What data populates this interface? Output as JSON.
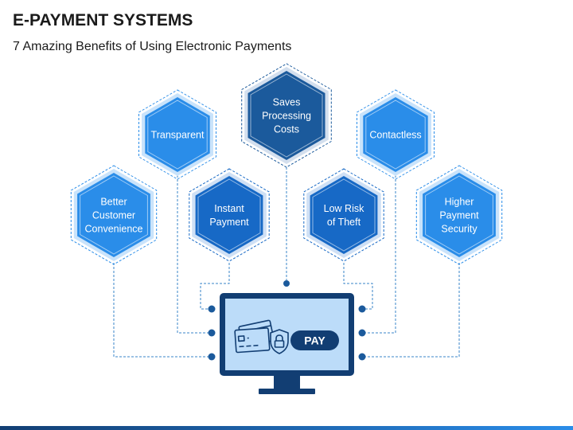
{
  "header": {
    "title": "E-PAYMENT SYSTEMS",
    "subtitle": "7 Amazing Benefits of Using Electronic Payments"
  },
  "benefits": [
    {
      "id": "better-customer-convenience",
      "lines": [
        "Better",
        "Customer",
        "Convenience"
      ],
      "fill": "#2a8de9",
      "ring": "#c9e3fb"
    },
    {
      "id": "transparent",
      "lines": [
        "Transparent"
      ],
      "fill": "#2a8de9",
      "ring": "#c9e3fb"
    },
    {
      "id": "instant-payment",
      "lines": [
        "Instant",
        "Payment"
      ],
      "fill": "#1769c6",
      "ring": "#cfe0f5"
    },
    {
      "id": "saves-processing-costs",
      "lines": [
        "Saves",
        "Processing",
        "Costs"
      ],
      "fill": "#1b5a9c",
      "ring": "#d3dfee"
    },
    {
      "id": "low-risk-of-theft",
      "lines": [
        "Low Risk",
        "of Theft"
      ],
      "fill": "#1769c6",
      "ring": "#cfe0f5"
    },
    {
      "id": "contactless",
      "lines": [
        "Contactless"
      ],
      "fill": "#2a8de9",
      "ring": "#c9e3fb"
    },
    {
      "id": "higher-payment-security",
      "lines": [
        "Higher",
        "Payment",
        "Security"
      ],
      "fill": "#2a8de9",
      "ring": "#c9e3fb"
    }
  ],
  "monitor": {
    "pay_label": "PAY",
    "frame_color": "#123e73",
    "screen_color": "#bcdcf9"
  },
  "colors": {
    "connector": "#3a84c9",
    "node": "#1b5a9c",
    "accent_bar": "#1b5a9c"
  },
  "icons": [
    "credit-cards-icon",
    "security-shield-icon"
  ]
}
